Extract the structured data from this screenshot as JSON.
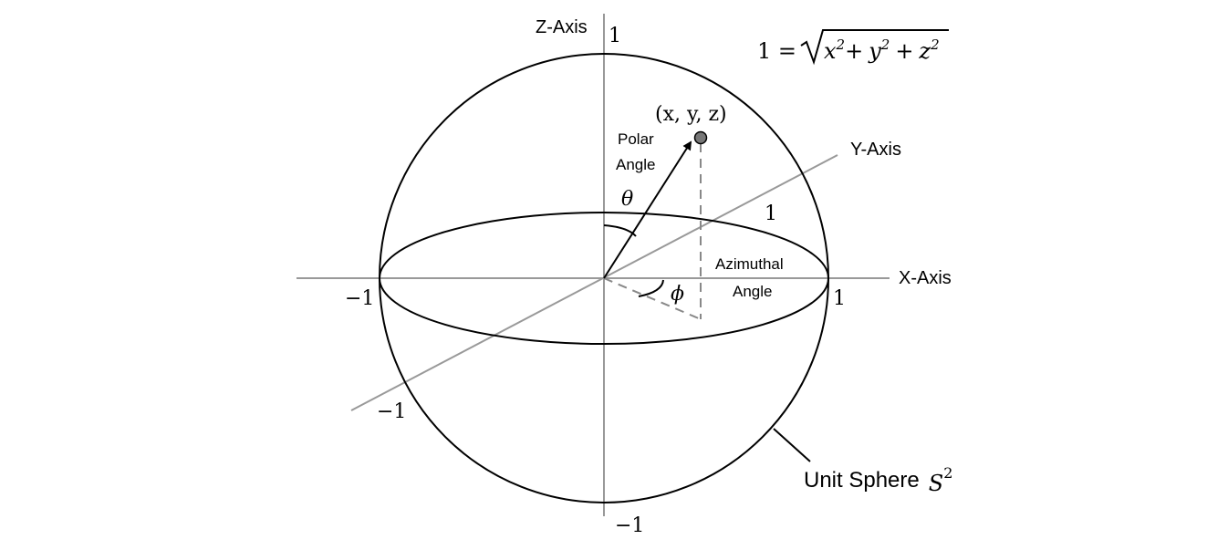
{
  "axes": {
    "z_label": "Z-Axis",
    "y_label": "Y-Axis",
    "x_label": "X-Axis",
    "z_pos": "1",
    "z_neg": "−1",
    "x_pos": "1",
    "x_neg": "−1",
    "y_pos": "1",
    "y_neg": "−1"
  },
  "formula": {
    "lhs": "1 =",
    "x": "x",
    "y": "y",
    "z": "z",
    "exp": "2",
    "plus": "+"
  },
  "point": {
    "label": "(x, y, z)"
  },
  "polar": {
    "line1": "Polar",
    "line2": "Angle",
    "symbol": "θ"
  },
  "azimuthal": {
    "line1": "Azimuthal",
    "line2": "Angle",
    "symbol": "ϕ"
  },
  "sphere": {
    "label": "Unit Sphere",
    "symbol": "S",
    "exp": "2"
  },
  "colors": {
    "axis": "#999999",
    "line": "#000000",
    "point": "#777777",
    "dash": "#888888"
  }
}
